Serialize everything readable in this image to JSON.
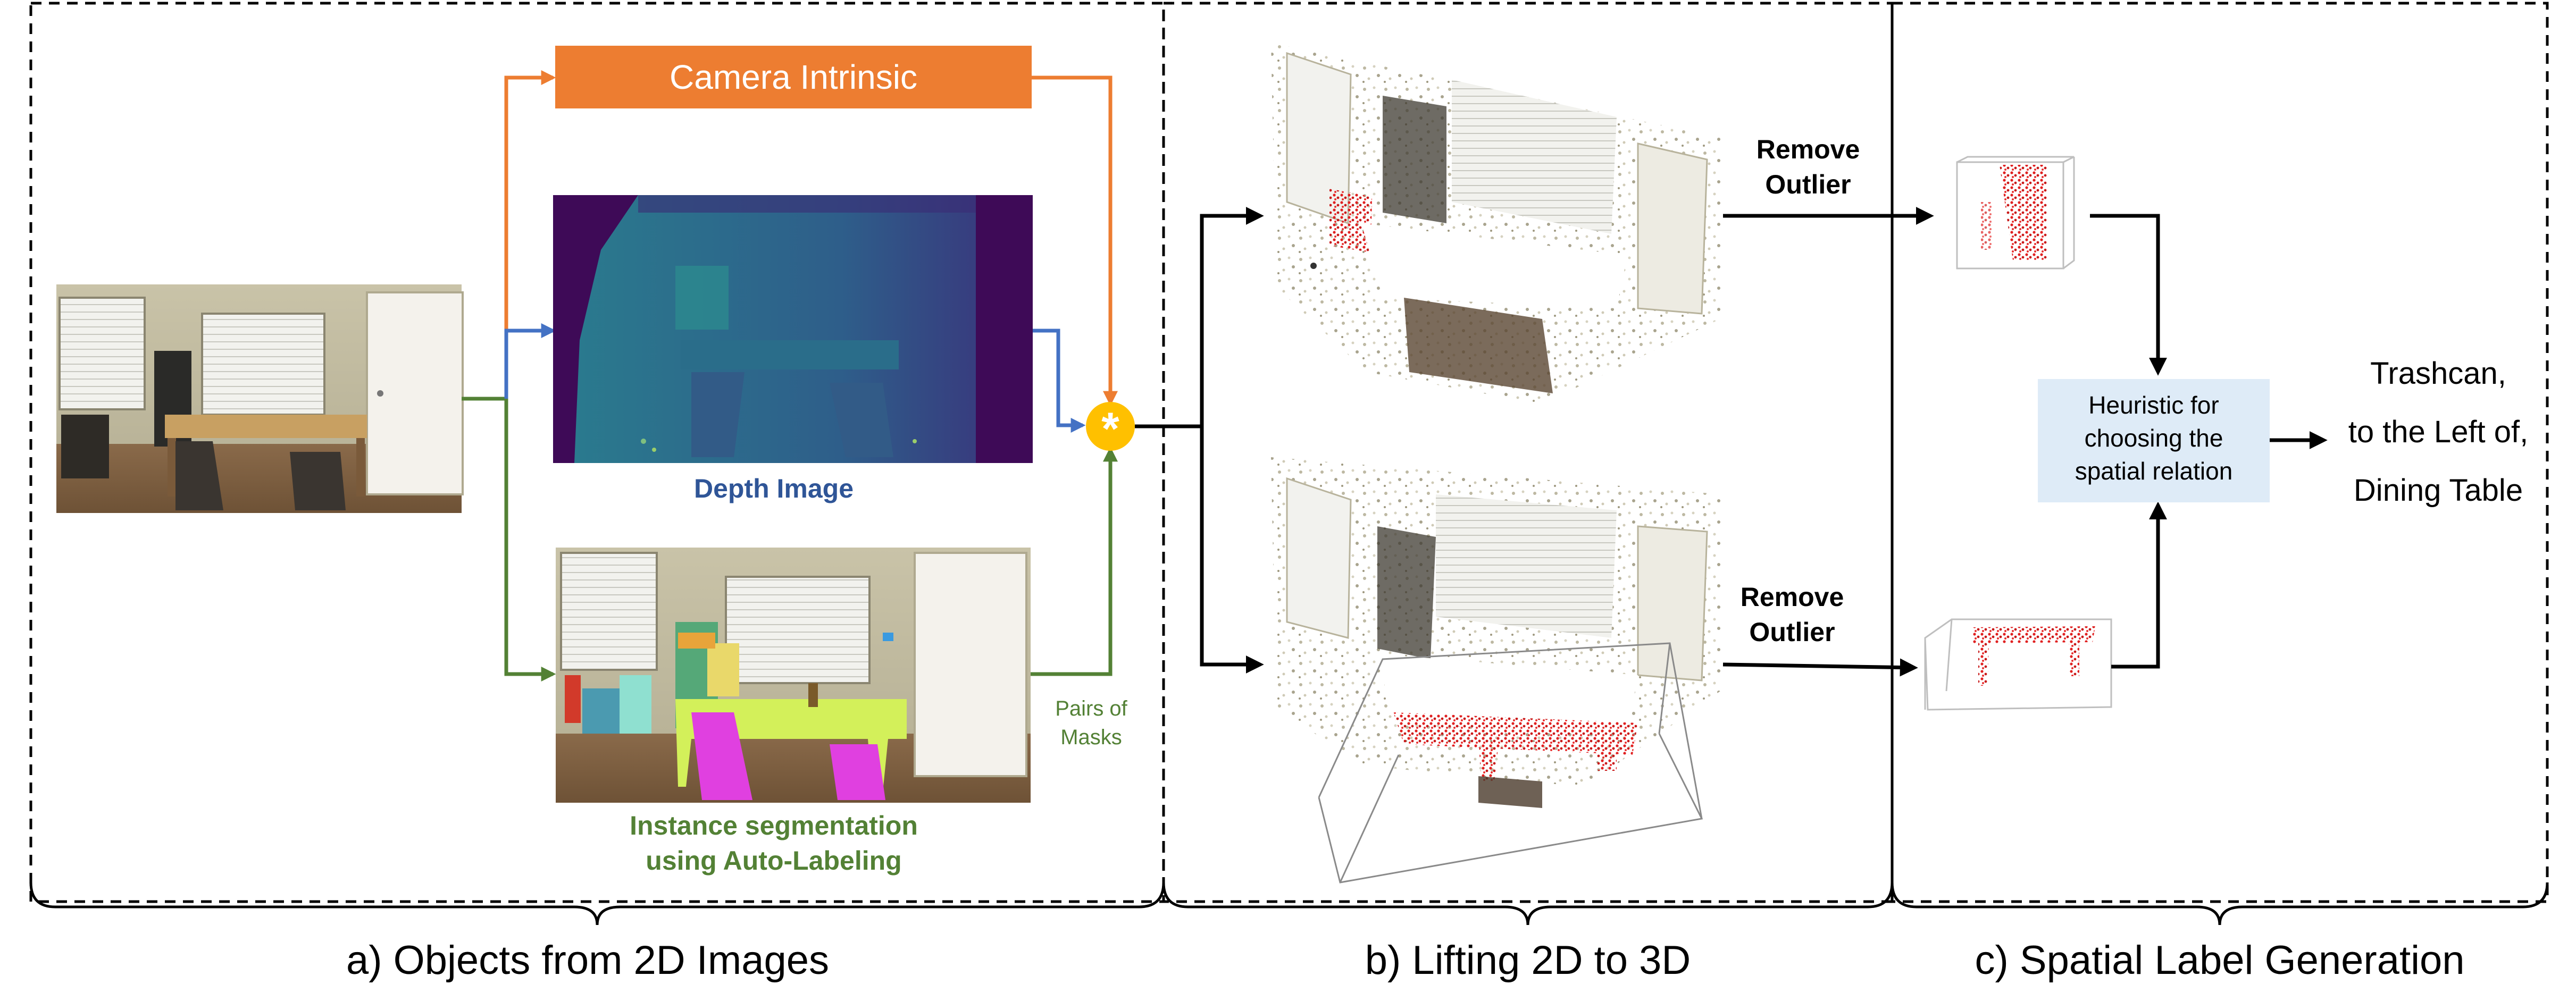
{
  "sections": {
    "a": {
      "caption": "a) Objects from 2D Images"
    },
    "b": {
      "caption": "b) Lifting 2D to 3D"
    },
    "c": {
      "caption": "c) Spatial Label Generation"
    }
  },
  "labels": {
    "camera_intrinsic": "Camera Intrinsic",
    "depth_image": "Depth Image",
    "instance_seg_line1": "Instance segmentation",
    "instance_seg_line2": "using Auto-Labeling",
    "pairs_of_masks_line1": "Pairs of",
    "pairs_of_masks_line2": "Masks",
    "combine_symbol": "*",
    "remove_outlier_top_line1": "Remove",
    "remove_outlier_top_line2": "Outlier",
    "remove_outlier_bottom_line1": "Remove",
    "remove_outlier_bottom_line2": "Outlier",
    "heuristic_line1": "Heuristic for",
    "heuristic_line2": "choosing the",
    "heuristic_line3": "spatial relation",
    "output_line1": "Trashcan,",
    "output_line2": "to the Left of,",
    "output_line3": "Dining Table"
  },
  "colors": {
    "orange": "#ED7D31",
    "blue": "#4472C4",
    "green": "#538135",
    "yellow": "#FFC000",
    "heuristic_bg": "#DEEBF7",
    "depth_dark": "#3E0A57",
    "depth_mid": "#2C6E8E",
    "point_red": "#E02020"
  }
}
